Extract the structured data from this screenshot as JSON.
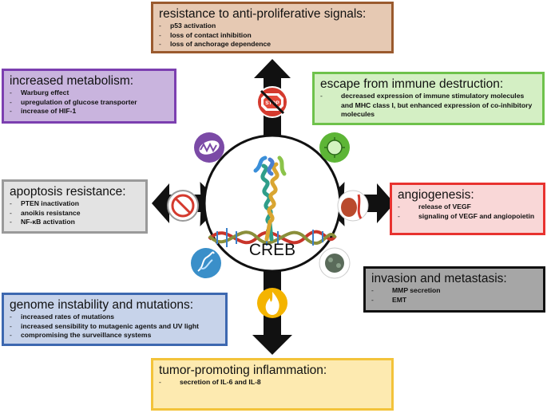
{
  "center": {
    "label": "CREB"
  },
  "boxes": {
    "anti_proliferative": {
      "title": "resistance to anti-proliferative signals:",
      "items": [
        "p53 activation",
        "loss of contact inhibition",
        "loss of anchorage dependence"
      ],
      "fill": "#e6c9b3",
      "border": "#9a5a2e"
    },
    "metabolism": {
      "title": "increased metabolism:",
      "items": [
        "Warburg effect",
        "upregulation of  glucose transporter",
        "increase of HIF-1"
      ],
      "fill": "#c9b4de",
      "border": "#7c3fb0"
    },
    "immune": {
      "title": "escape from immune destruction:",
      "items": [
        "decreased expression of immune stimulatory molecules and MHC class I, but enhanced expression of co-inhibitory molecules"
      ],
      "fill": "#d4efc4",
      "border": "#6ec24b"
    },
    "apoptosis": {
      "title": "apoptosis resistance:",
      "items": [
        "PTEN inactivation",
        "anoikis resistance",
        "NF-κB activation"
      ],
      "fill": "#e3e3e3",
      "border": "#9a9a9a"
    },
    "angiogenesis": {
      "title": "angiogenesis:",
      "items": [
        "release of VEGF",
        "signaling of VEGF and angiopoietin"
      ],
      "fill": "#f9d7d7",
      "border": "#e8322f"
    },
    "invasion": {
      "title": "invasion and metastasis:",
      "items": [
        "MMP secretion",
        "EMT"
      ],
      "fill": "#a6a6a6",
      "border": "#111111"
    },
    "genome": {
      "title": "genome instability and mutations:",
      "items": [
        "increased rates of mutations",
        "increased sensibility to mutagenic agents and UV light",
        "compromising the surveillance systems"
      ],
      "fill": "#c7d3ea",
      "border": "#3d68b0"
    },
    "inflammation": {
      "title": "tumor-promoting inflammation:",
      "items": [
        "secretion of IL-6 and IL-8"
      ],
      "fill": "#fdeab0",
      "border": "#f3c33a"
    }
  },
  "icons": {
    "stop_text": "STOP",
    "colors": {
      "stop": "#d43a2e",
      "metabolism": "#7b4aa6",
      "immune": "#5db536",
      "apoptosis": "#9a9a9a",
      "angiogenesis": "#b94a2d",
      "invasion": "#5a6b5a",
      "genome": "#3a8fc9",
      "inflammation": "#f4b400"
    }
  }
}
